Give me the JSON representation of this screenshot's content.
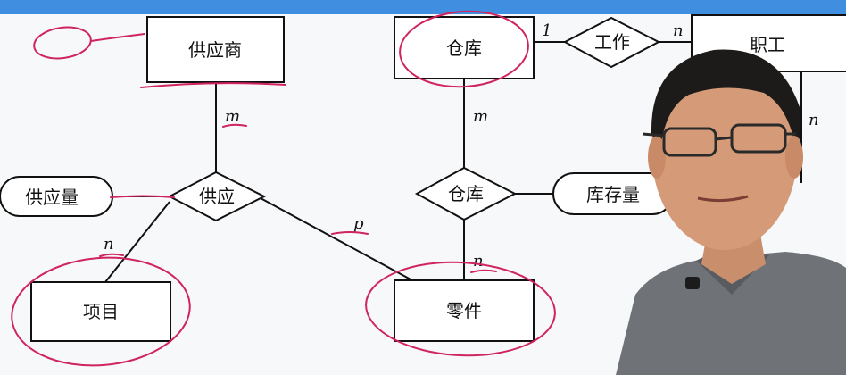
{
  "entities": {
    "supplier": "供应商",
    "warehouse": "仓库",
    "employee": "职工",
    "project": "项目",
    "part": "零件"
  },
  "relationships": {
    "supply": "供应",
    "stock": "仓库",
    "work": "工作"
  },
  "attributes": {
    "supply_qty": "供应量",
    "stock_qty": "库存量"
  },
  "cardinalities": {
    "supplier_supply": "m",
    "supply_project": "n",
    "supply_part": "p",
    "warehouse_work": "1",
    "work_employee": "n",
    "warehouse_stock": "m",
    "stock_part": "n",
    "employee_side": "n"
  },
  "colors": {
    "annotation_ink": "#d0245e",
    "top_bar": "#3f8ee0",
    "shirt": "#6f7378"
  }
}
